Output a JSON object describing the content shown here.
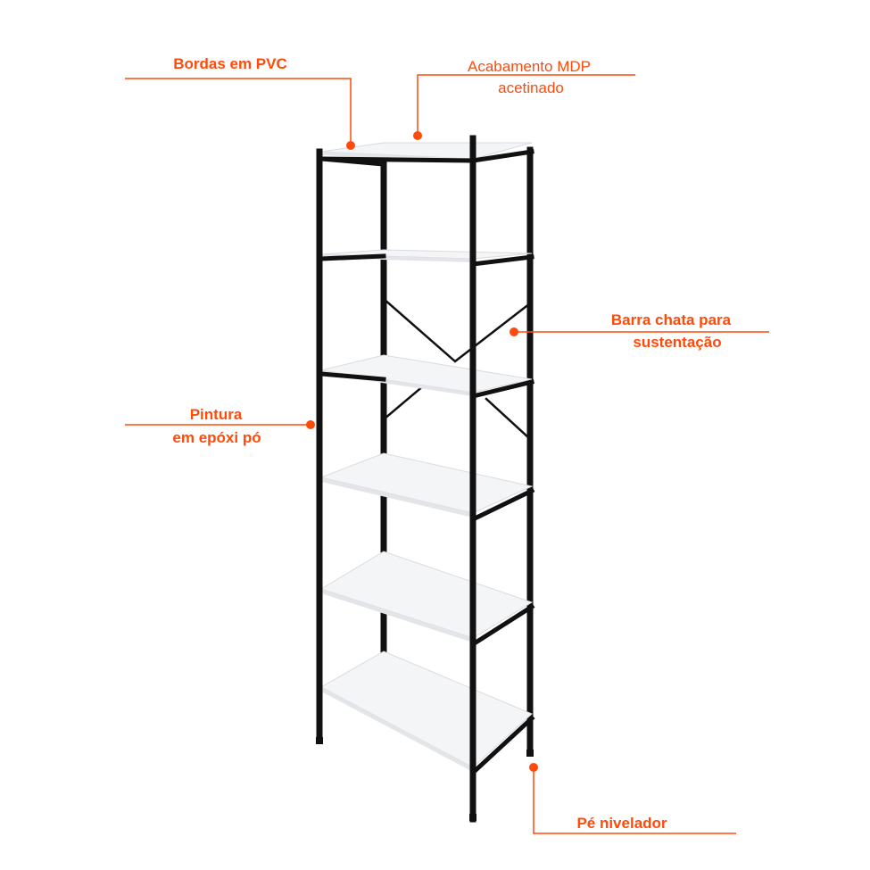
{
  "callouts": {
    "pvc_edges": "Bordas em PVC",
    "mdp_finish_line1": "Acabamento MDP",
    "mdp_finish_line2": "acetinado",
    "flat_bar_line1": "Barra chata para",
    "flat_bar_line2": "sustentação",
    "epoxy_line1": "Pintura",
    "epoxy_line2": "em epóxi pó",
    "leveling_foot": "Pé nivelador"
  },
  "colors": {
    "accent": "#ff4a0a",
    "frame": "#111111",
    "shelf": "#f4f5f7"
  }
}
